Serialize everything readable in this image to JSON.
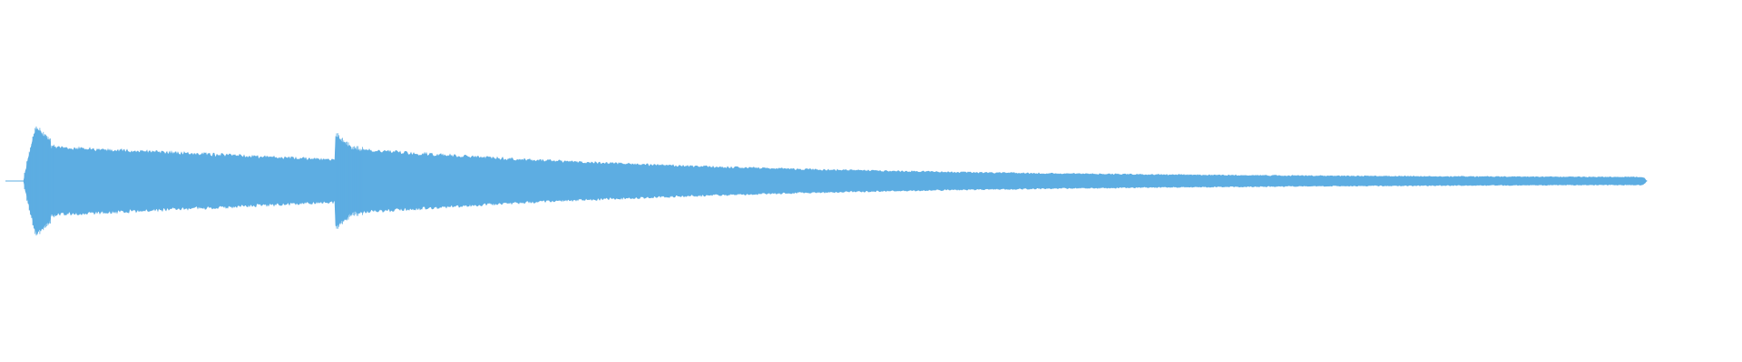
{
  "waveform": {
    "color": "#5DADE2",
    "background": "#FFFFFF",
    "samples_visible": true,
    "channels": 1,
    "events": [
      {
        "onset": 0.012,
        "peak": 0.58,
        "decay": "slow"
      },
      {
        "onset": 0.191,
        "peak": 0.52,
        "decay": "exponential"
      }
    ],
    "end": 0.945
  }
}
